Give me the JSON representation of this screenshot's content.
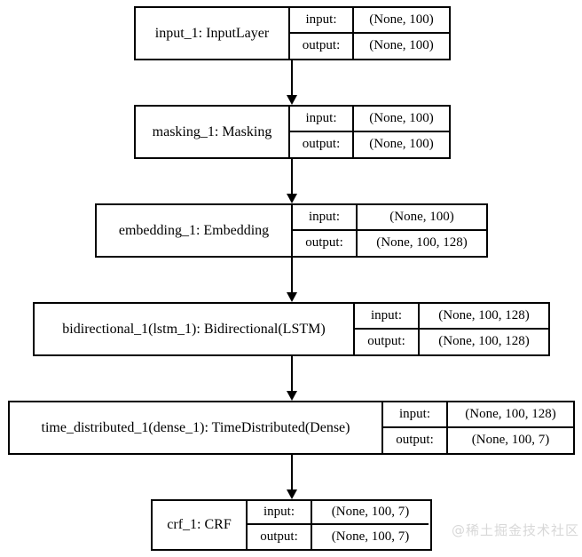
{
  "diagram": {
    "type": "keras-model-graph",
    "orientation": "top-to-bottom",
    "nodes": [
      {
        "id": "input_1",
        "name": "input_1: InputLayer",
        "input_label": "input:",
        "output_label": "output:",
        "input_shape": "(None, 100)",
        "output_shape": "(None, 100)"
      },
      {
        "id": "masking_1",
        "name": "masking_1: Masking",
        "input_label": "input:",
        "output_label": "output:",
        "input_shape": "(None, 100)",
        "output_shape": "(None, 100)"
      },
      {
        "id": "embedding_1",
        "name": "embedding_1: Embedding",
        "input_label": "input:",
        "output_label": "output:",
        "input_shape": "(None, 100)",
        "output_shape": "(None, 100, 128)"
      },
      {
        "id": "bidirectional_1",
        "name": "bidirectional_1(lstm_1): Bidirectional(LSTM)",
        "input_label": "input:",
        "output_label": "output:",
        "input_shape": "(None, 100, 128)",
        "output_shape": "(None, 100, 128)"
      },
      {
        "id": "time_distributed_1",
        "name": "time_distributed_1(dense_1): TimeDistributed(Dense)",
        "input_label": "input:",
        "output_label": "output:",
        "input_shape": "(None, 100, 128)",
        "output_shape": "(None, 100, 7)"
      },
      {
        "id": "crf_1",
        "name": "crf_1: CRF",
        "input_label": "input:",
        "output_label": "output:",
        "input_shape": "(None, 100, 7)",
        "output_shape": "(None, 100, 7)"
      }
    ],
    "edges": [
      {
        "from": "input_1",
        "to": "masking_1"
      },
      {
        "from": "masking_1",
        "to": "embedding_1"
      },
      {
        "from": "embedding_1",
        "to": "bidirectional_1"
      },
      {
        "from": "bidirectional_1",
        "to": "time_distributed_1"
      },
      {
        "from": "time_distributed_1",
        "to": "crf_1"
      }
    ]
  },
  "watermark": {
    "text": "@稀土掘金技术社区",
    "color": "#d8d8d8"
  }
}
